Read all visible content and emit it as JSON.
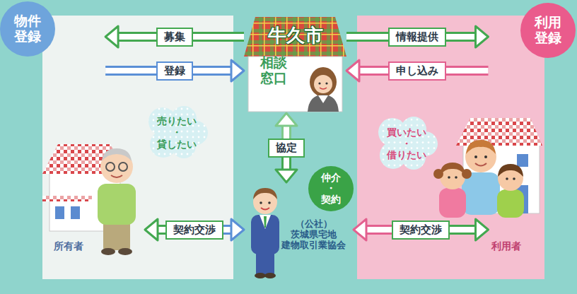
{
  "diagram": {
    "nodes": [
      {
        "text": [
          "物件 登録"
        ]
      },
      {
        "text": [
          "所有者"
        ]
      },
      {
        "text": [
          "売りたい ・ 貸したい"
        ],
        "in": 1
      },
      {
        "text": [
          "牛久市",
          "相談 窓口"
        ]
      },
      {
        "text": [
          "利用 登録"
        ]
      },
      {
        "text": [
          "利用者"
        ]
      },
      {
        "text": [
          "買いたい ・ 借りたい"
        ],
        "in": 5
      },
      {
        "text": [
          "仲介 ・ 契約"
        ]
      },
      {
        "text": [
          "（公社） 茨城県宅地 建物取引業協会"
        ]
      }
    ],
    "edges": [
      {
        "from": 3,
        "to": 1,
        "arrow": "to",
        "label": "募集"
      },
      {
        "from": 1,
        "to": 3,
        "arrow": "to",
        "label": "登録"
      },
      {
        "from": 3,
        "to": 5,
        "arrow": "to",
        "label": "情報提供"
      },
      {
        "from": 5,
        "to": 3,
        "arrow": "to",
        "label": "申し込み"
      },
      {
        "from": 3,
        "to": 8,
        "arrow": "both",
        "label": "協定"
      },
      {
        "from": 8,
        "to": 1,
        "arrow": "both",
        "label": "契約交渉"
      },
      {
        "from": 8,
        "to": 5,
        "arrow": "both",
        "label": "契約交渉"
      }
    ]
  }
}
